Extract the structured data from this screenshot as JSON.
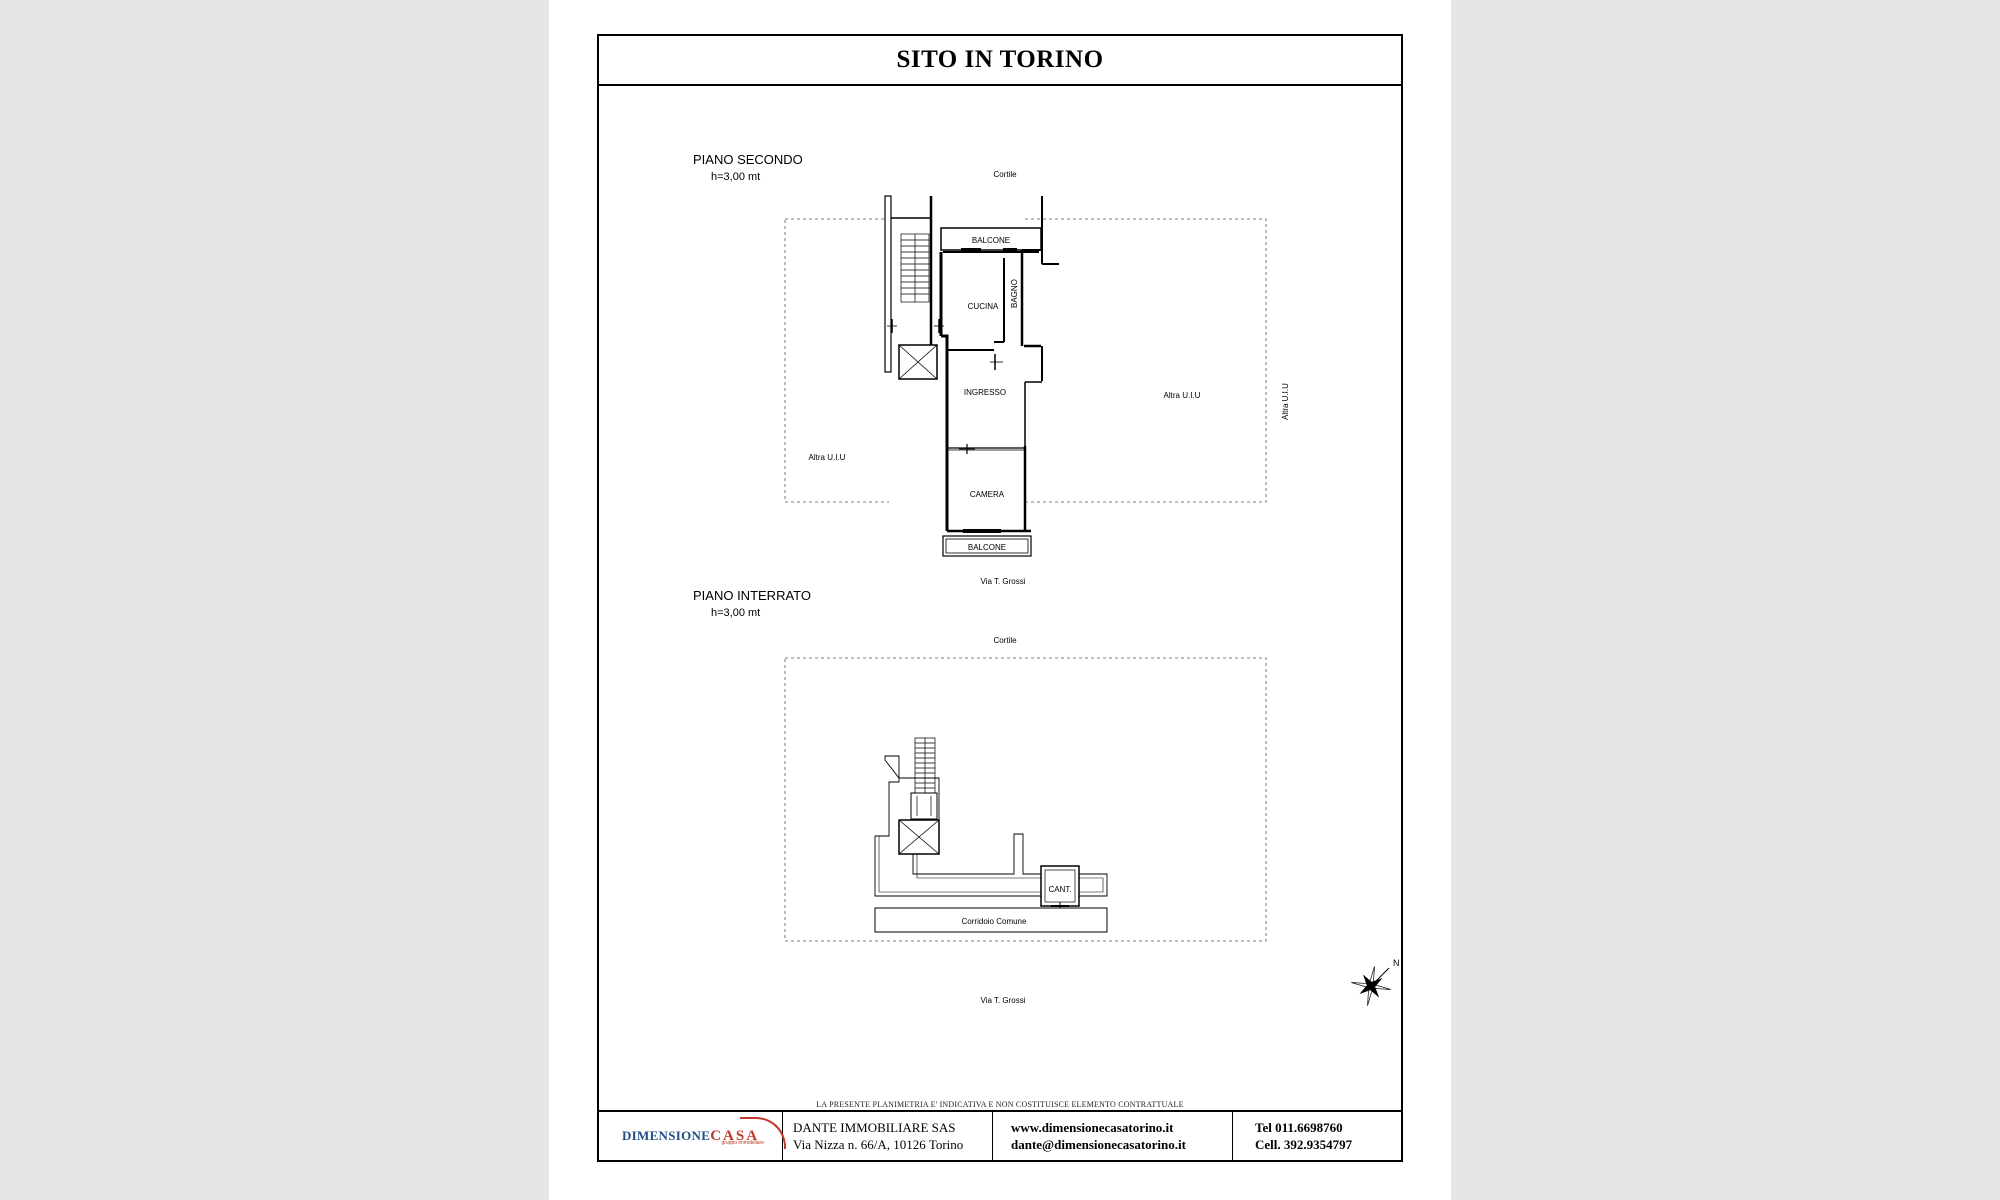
{
  "header": {
    "title": "SITO IN TORINO"
  },
  "upper_plan": {
    "floor_label": "PIANO SECONDO",
    "height_label": "h=3,00 mt",
    "top_street": "Cortile",
    "bottom_street": "Via T. Grossi",
    "rooms": {
      "balcone_top": "BALCONE",
      "cucina": "CUCINA",
      "bagno": "BAGNO",
      "ingresso": "INGRESSO",
      "camera": "CAMERA",
      "balcone_bottom": "BALCONE"
    },
    "neighbours": {
      "left": "Altra U.I.U",
      "right": "Altra U.I.U",
      "right_side": "Altra U.I.U"
    }
  },
  "lower_plan": {
    "floor_label": "PIANO INTERRATO",
    "height_label": "h=3,00 mt",
    "top_street": "Cortile",
    "bottom_street": "Via T. Grossi",
    "rooms": {
      "cantina": "CANT.",
      "corridoio": "Corridoio Comune"
    }
  },
  "compass": {
    "north_label": "N"
  },
  "disclaimer": "LA PRESENTE PLANIMETRIA E' INDICATIVA E NON COSTITUISCE ELEMENTO CONTRATTUALE",
  "footer": {
    "logo_primary": "DIMENSIONE",
    "logo_secondary": "CASA",
    "logo_tagline": "gruppo immobiliare",
    "agency_name": "DANTE IMMOBILIARE SAS",
    "agency_address": "Via Nizza n. 66/A, 10126 Torino",
    "website": "www.dimensionecasatorino.it",
    "email": "dante@dimensionecasatorino.it",
    "phone": "Tel 011.6698760",
    "mobile": "Cell. 392.9354797"
  },
  "colors": {
    "logo_blue": "#1e4f85",
    "logo_red": "#c0392b"
  }
}
